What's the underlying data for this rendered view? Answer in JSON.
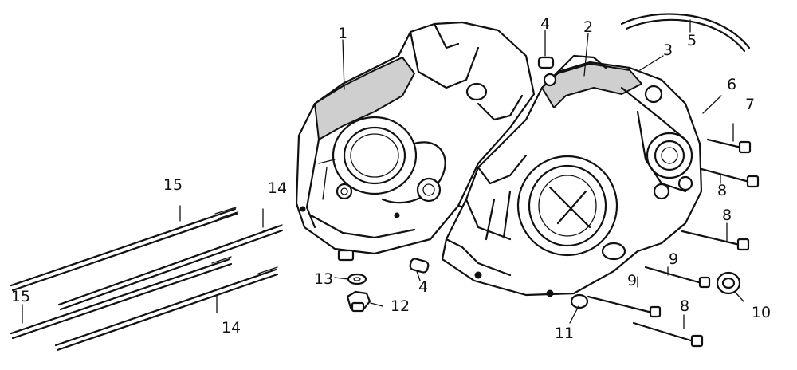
{
  "callouts": [
    {
      "id": "label-1",
      "text": "1"
    },
    {
      "id": "label-2",
      "text": "2"
    },
    {
      "id": "label-3",
      "text": "3"
    },
    {
      "id": "label-4-top",
      "text": "4"
    },
    {
      "id": "label-4-bottom",
      "text": "4"
    },
    {
      "id": "label-5",
      "text": "5"
    },
    {
      "id": "label-6",
      "text": "6"
    },
    {
      "id": "label-7",
      "text": "7"
    },
    {
      "id": "label-8-a",
      "text": "8"
    },
    {
      "id": "label-8-b",
      "text": "8"
    },
    {
      "id": "label-8-c",
      "text": "8"
    },
    {
      "id": "label-9-a",
      "text": "9"
    },
    {
      "id": "label-9-b",
      "text": "9"
    },
    {
      "id": "label-10",
      "text": "10"
    },
    {
      "id": "label-11",
      "text": "11"
    },
    {
      "id": "label-12",
      "text": "12"
    },
    {
      "id": "label-13",
      "text": "13"
    },
    {
      "id": "label-14-a",
      "text": "14"
    },
    {
      "id": "label-14-b",
      "text": "14"
    },
    {
      "id": "label-15-a",
      "text": "15"
    },
    {
      "id": "label-15-b",
      "text": "15"
    }
  ],
  "colors": {
    "ink": "#111111",
    "paper": "#ffffff",
    "shade": "#cfcfcf"
  }
}
